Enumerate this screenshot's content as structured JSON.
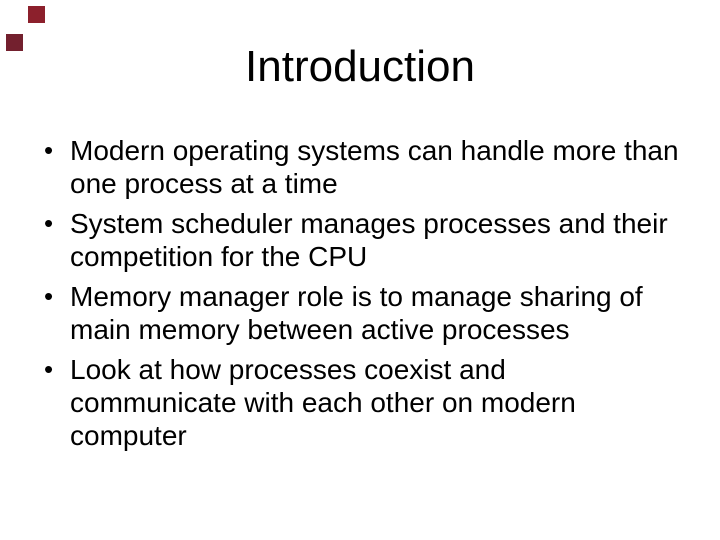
{
  "slide": {
    "title": "Introduction",
    "bullet_glyph": "•",
    "bullets": [
      {
        "lines": [
          "Modern operating systems can handle more than",
          "one process at a time"
        ]
      },
      {
        "lines": [
          "System scheduler manages processes and their",
          "competition for the CPU"
        ]
      },
      {
        "lines": [
          "Memory manager role is to manage sharing of",
          "main memory between active processes"
        ]
      },
      {
        "lines": [
          "Look at how processes coexist and",
          "communicate with each other on modern",
          "computer"
        ]
      }
    ]
  },
  "decorations": {
    "square_top": {
      "color": "#8c202c"
    },
    "square_left": {
      "color": "#73202e"
    }
  },
  "colors": {
    "background": "#ffffff",
    "text": "#000000"
  }
}
